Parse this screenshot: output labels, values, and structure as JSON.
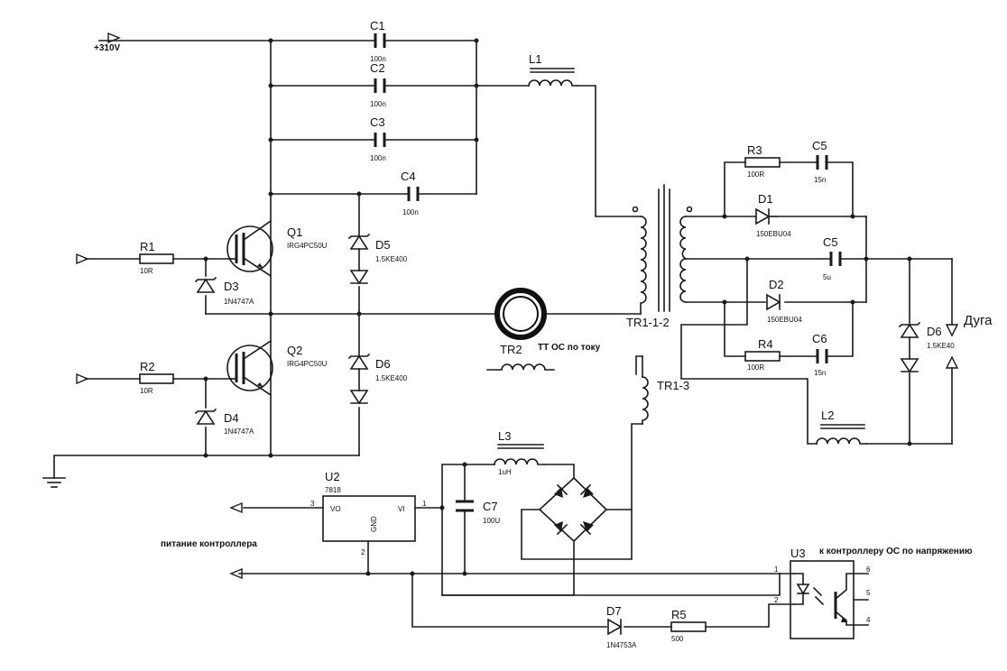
{
  "power": {
    "v310": "+310V"
  },
  "capacitors": {
    "c1": {
      "ref": "C1",
      "value": "100n"
    },
    "c2": {
      "ref": "C2",
      "value": "100n"
    },
    "c3": {
      "ref": "C3",
      "value": "100n"
    },
    "c4": {
      "ref": "C4",
      "value": "100n"
    },
    "c5a": {
      "ref": "C5",
      "value": "15n"
    },
    "c5b": {
      "ref": "C5",
      "value": "5u"
    },
    "c6": {
      "ref": "C6",
      "value": "15n"
    },
    "c7": {
      "ref": "C7",
      "value": "100U"
    }
  },
  "resistors": {
    "r1": {
      "ref": "R1",
      "value": "10R"
    },
    "r2": {
      "ref": "R2",
      "value": "10R"
    },
    "r3": {
      "ref": "R3",
      "value": "100R"
    },
    "r4": {
      "ref": "R4",
      "value": "100R"
    },
    "r5": {
      "ref": "R5",
      "value": "500"
    }
  },
  "inductors": {
    "l1": {
      "ref": "L1"
    },
    "l2": {
      "ref": "L2"
    },
    "l3": {
      "ref": "L3",
      "value": "1uH"
    }
  },
  "transistors": {
    "q1": {
      "ref": "Q1",
      "value": "IRG4PC50U"
    },
    "q2": {
      "ref": "Q2",
      "value": "IRG4PC50U"
    }
  },
  "diodes": {
    "d1": {
      "ref": "D1",
      "value": "150EBU04"
    },
    "d2": {
      "ref": "D2",
      "value": "150EBU04"
    },
    "d3": {
      "ref": "D3",
      "value": "1N4747A"
    },
    "d4": {
      "ref": "D4",
      "value": "1N4747A"
    },
    "d5": {
      "ref": "D5",
      "value": "1.5KE400"
    },
    "d6a": {
      "ref": "D6",
      "value": "1.5KE400"
    },
    "d6b": {
      "ref": "D6",
      "value": "1.5KE40"
    },
    "d7": {
      "ref": "D7",
      "value": "1N4753A"
    }
  },
  "transformers": {
    "tr1": {
      "ref": "TR1-1-2"
    },
    "tr1_3": {
      "ref": "TR1-3"
    },
    "tr2": {
      "ref": "TR2",
      "note": "ТТ ОС по току"
    }
  },
  "ics": {
    "u2": {
      "ref": "U2",
      "value": "7818",
      "vo": "VO",
      "vi": "VI",
      "gnd": "GND",
      "pin1": "1",
      "pin2": "2",
      "pin3": "3"
    },
    "u3": {
      "ref": "U3",
      "pin1": "1",
      "pin2": "2",
      "pin4": "4",
      "pin5": "5",
      "pin6": "6"
    }
  },
  "labels": {
    "arc": "Дуга",
    "controller_power": "питание контроллера",
    "controller_voltage_fb": "к контроллеру ОС по напряжению"
  }
}
